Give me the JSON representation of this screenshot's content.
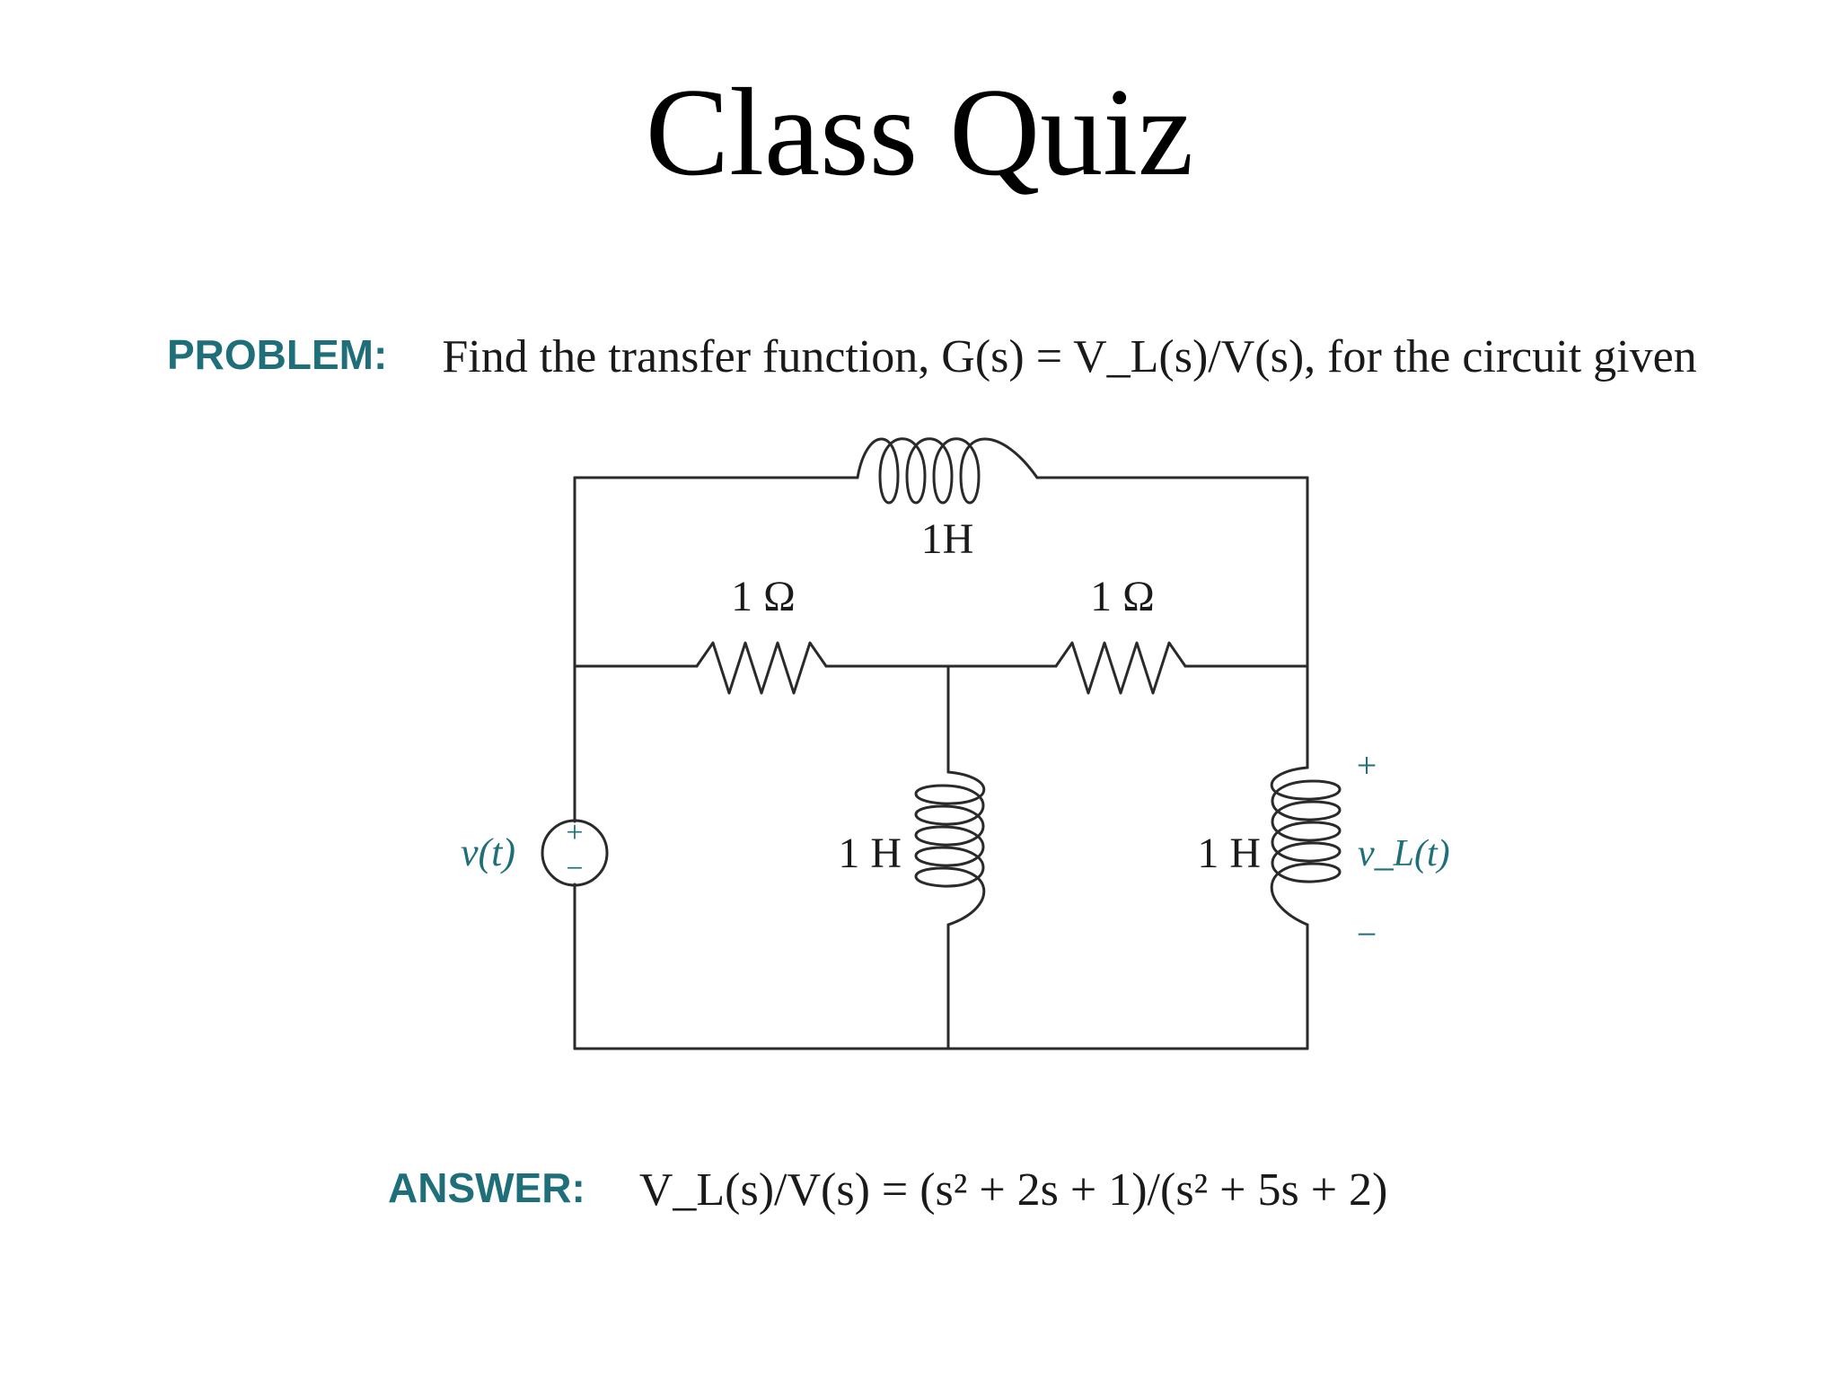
{
  "slide": {
    "title": "Class Quiz"
  },
  "problem": {
    "tag": "PROBLEM:",
    "text": "Find the transfer function, G(s) = V_L(s)/V(s), for the circuit given"
  },
  "circuit": {
    "inductor_top": "1H",
    "resistor_left": "1 Ω",
    "resistor_right": "1 Ω",
    "inductor_middle": "1 H",
    "inductor_right": "1 H",
    "source_label": "v(t)",
    "source_plus": "+",
    "source_minus": "−",
    "output_label": "v_L(t)",
    "output_plus": "+",
    "output_minus": "−",
    "accent_color": "#1f6f7a",
    "wire_color": "#2a2a2a"
  },
  "answer": {
    "tag": "ANSWER:",
    "text": "V_L(s)/V(s) = (s² + 2s + 1)/(s² + 5s + 2)"
  }
}
